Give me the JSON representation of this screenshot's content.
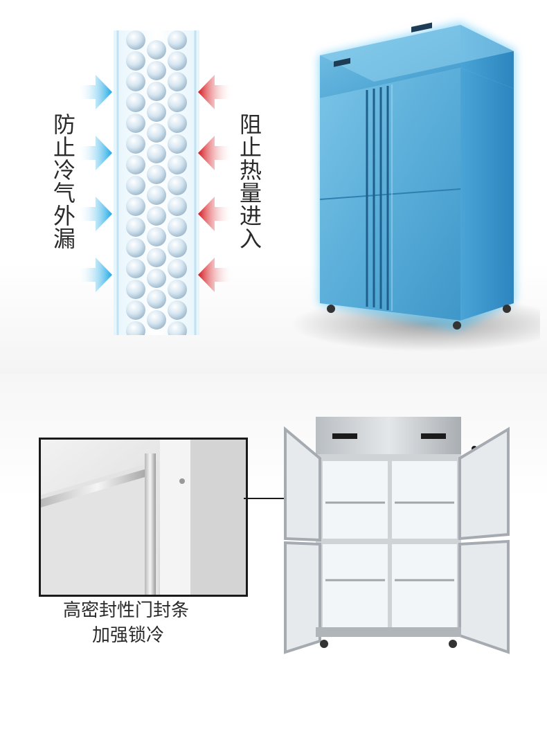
{
  "insulation_section": {
    "left_text": "防止冷气外漏",
    "right_text": "阻止热量进入",
    "colors": {
      "cold_arrow": "#1aa8e6",
      "heat_arrow": "#d4161c",
      "bead": "#c7dced"
    }
  },
  "seal_section": {
    "caption_line1": "高密封性门封条",
    "caption_line2": "加强锁冷"
  },
  "fridge_closed": {
    "body_color": "#5fb3dd",
    "glow_color": "#4fc3f7"
  },
  "fridge_open": {
    "frame_color": "#cfd3d6",
    "interior_color": "#f3f6f8"
  }
}
